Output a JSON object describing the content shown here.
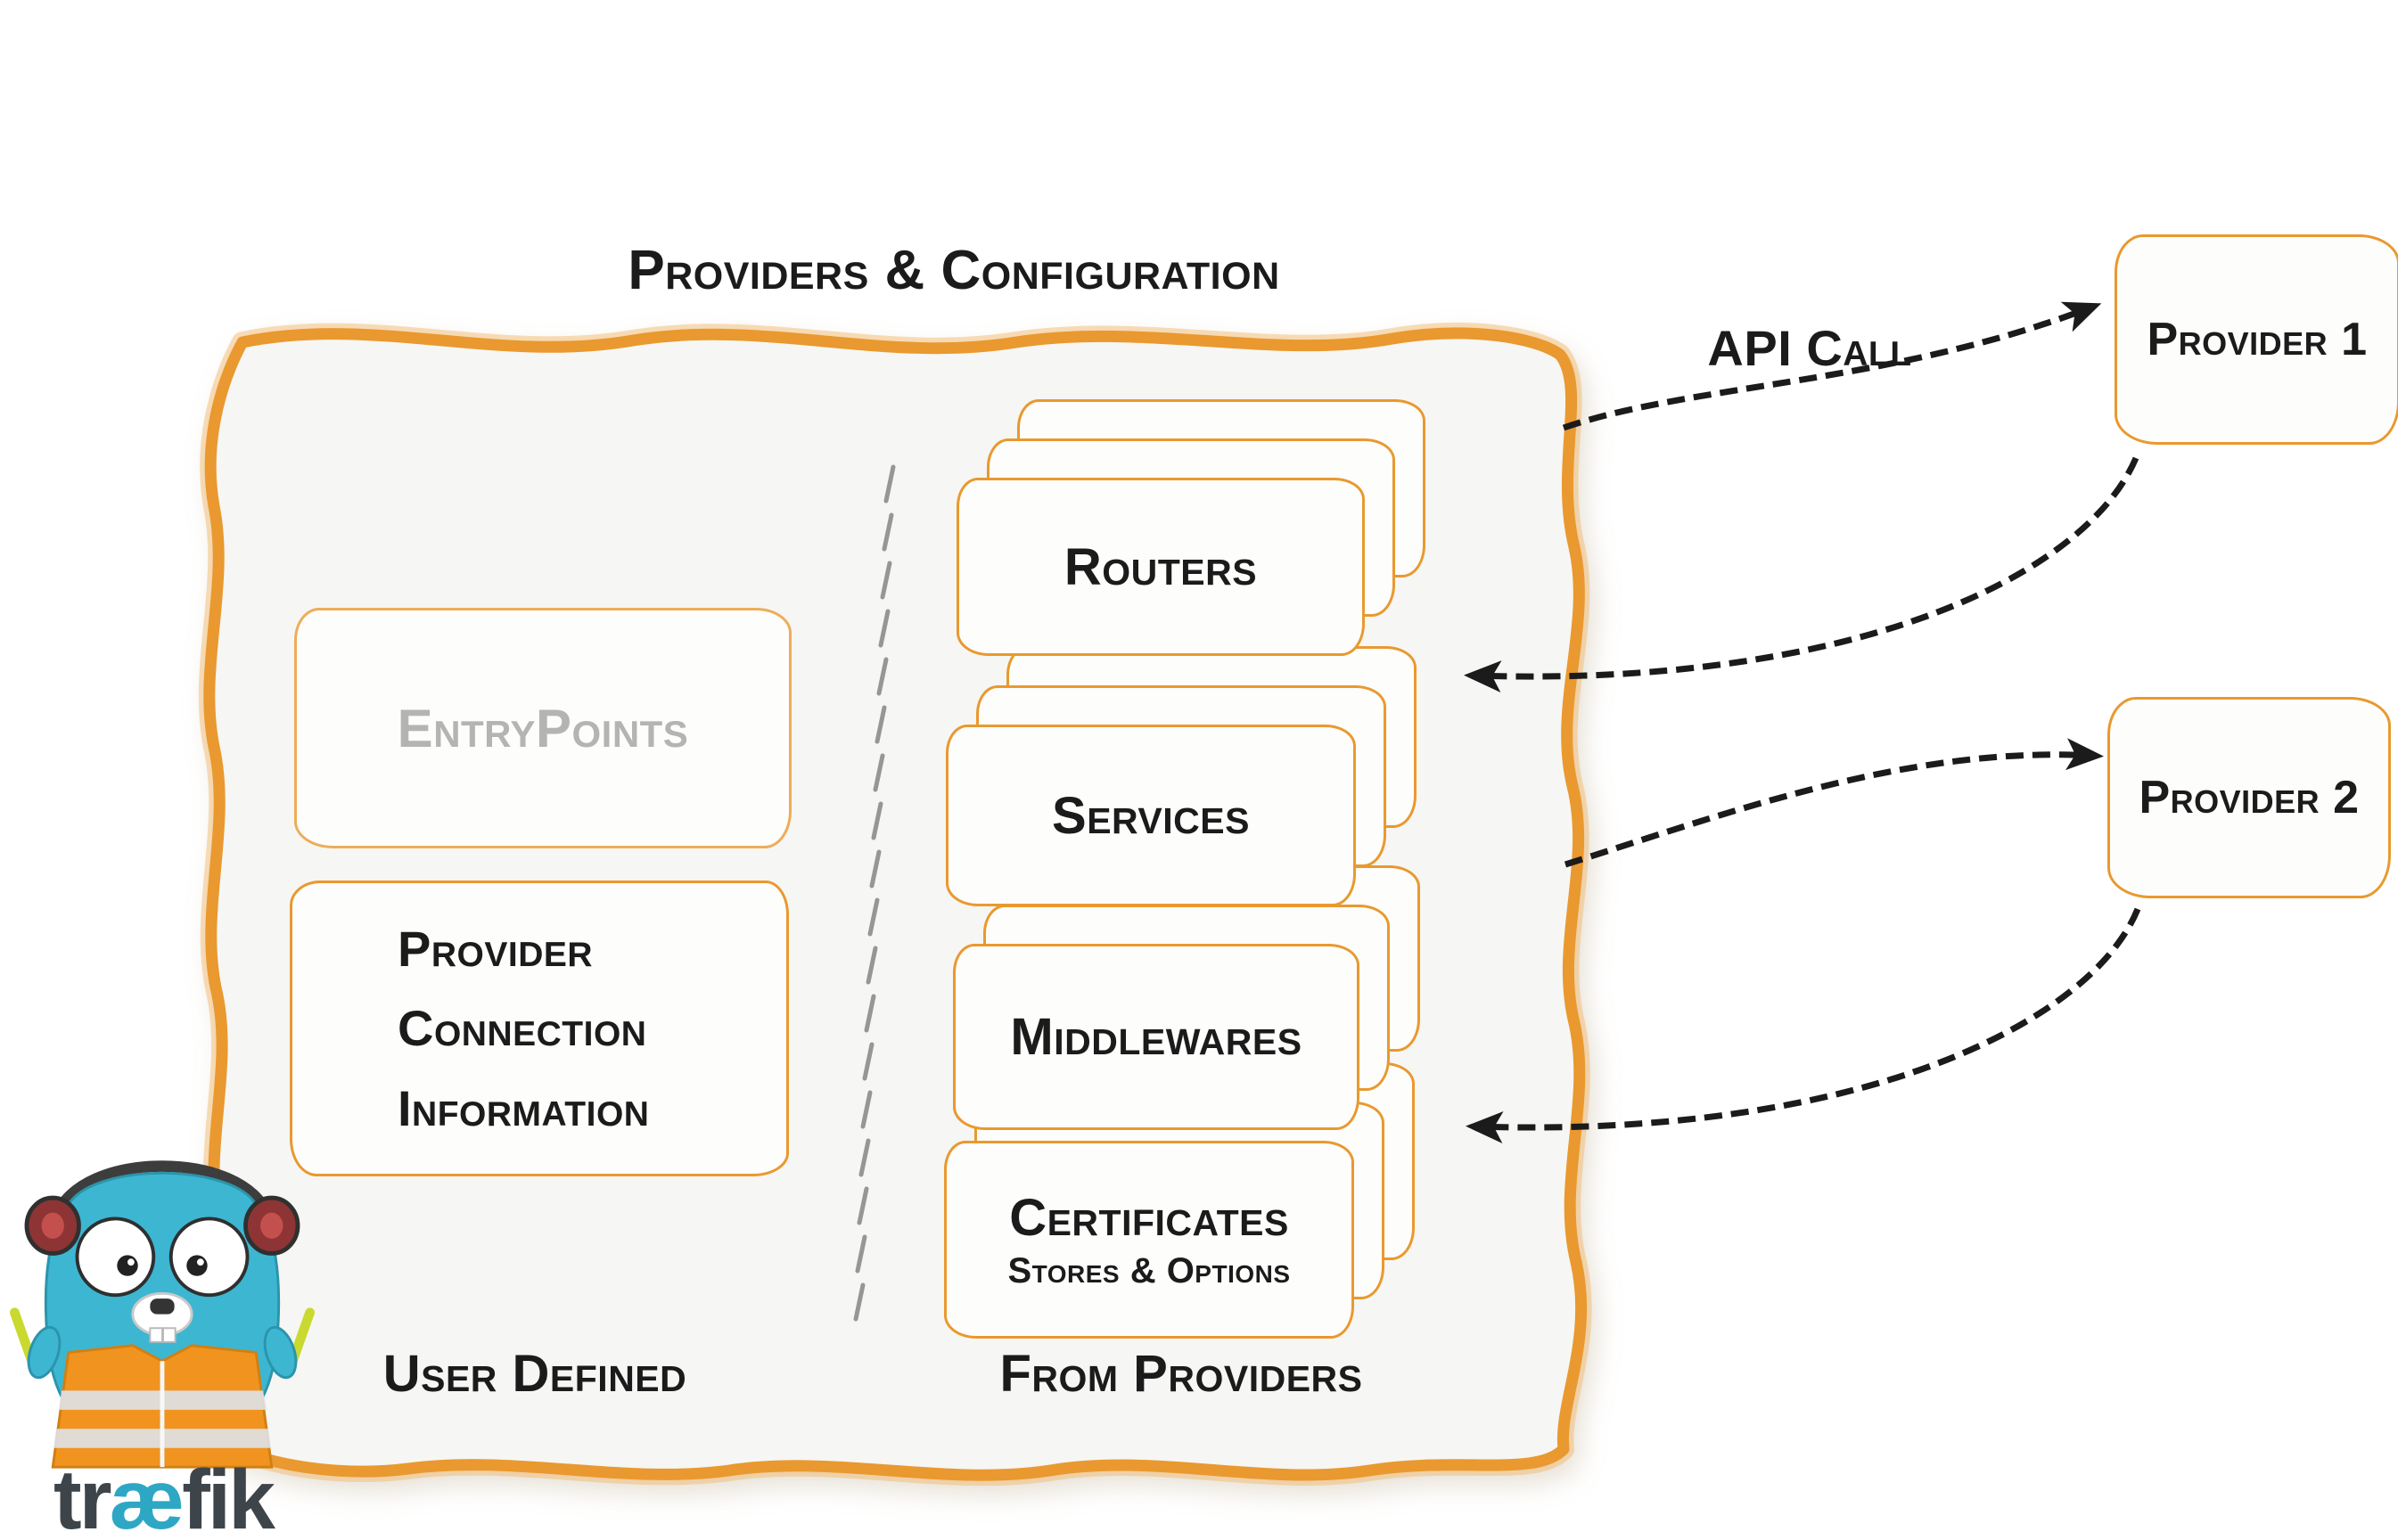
{
  "title": "Providers & Configuration",
  "api_call_label": "API Call",
  "panel": {
    "entrypoints_label": "EntryPoints",
    "provider_connection_lines": [
      "Provider",
      "Connection",
      "Information"
    ],
    "user_defined_label": "User Defined",
    "from_providers_label": "From Providers",
    "stacks": [
      {
        "label": "Routers"
      },
      {
        "label": "Services"
      },
      {
        "label": "Middlewares"
      },
      {
        "label": "Certificates",
        "sublabel": "Stores & Options"
      }
    ]
  },
  "providers": [
    {
      "label": "Provider 1"
    },
    {
      "label": "Provider 2"
    }
  ],
  "logo": {
    "wordmark": {
      "pre": "tr",
      "ligature": "æ",
      "post": "fik"
    }
  },
  "colors": {
    "orange": "#E9992F",
    "orange-soft": "#F4BC72",
    "panel-fill": "#F6F6F4",
    "card-fill": "#FDFDFC",
    "ink": "#1B1B1B",
    "muted": "#B4B4B4",
    "divider": "#969696",
    "arrow": "#1B1B1B",
    "teal": "#3DB6D2",
    "wordmark": "#3E454A",
    "wordmark-accent": "#2EA7C4"
  }
}
